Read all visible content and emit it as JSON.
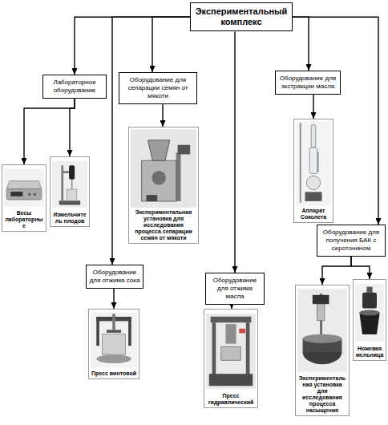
{
  "diagram": {
    "nodes": [
      {
        "text": [
          "Экспериментальный комплекс"
        ]
      },
      {
        "text": [
          "Лабораторное оборудование"
        ]
      },
      {
        "text": [
          "Весы лабораторные"
        ]
      },
      {
        "text": [
          "Измельчитель плодов"
        ]
      },
      {
        "text": [
          "Оборудование для сепарации семян от мякоти"
        ]
      },
      {
        "text": [
          "Экспериментальная установка для исследования процесса сепарации семян от мякоти"
        ]
      },
      {
        "text": [
          "Оборудование для экстракции масла"
        ]
      },
      {
        "text": [
          "Аппарат Соколета"
        ]
      },
      {
        "text": [
          "Оборудование для получения БАК с серотонином"
        ]
      },
      {
        "text": [
          "Экспериментальная установка для исследования процесса насыщения"
        ]
      },
      {
        "text": [
          "Ножевая мельница"
        ]
      },
      {
        "text": [
          "Оборудование для отжима сока"
        ]
      },
      {
        "text": [
          "Пресс винтовой"
        ]
      },
      {
        "text": [
          "Оборудование для отжима масла"
        ]
      },
      {
        "text": [
          "Пресс гидравлический"
        ]
      }
    ],
    "edges": [
      {
        "from": 0,
        "to": 1,
        "arrow": "to"
      },
      {
        "from": 0,
        "to": 11,
        "arrow": "to"
      },
      {
        "from": 0,
        "to": 4,
        "arrow": "to"
      },
      {
        "from": 0,
        "to": 13,
        "arrow": "to"
      },
      {
        "from": 0,
        "to": 6,
        "arrow": "to"
      },
      {
        "from": 0,
        "to": 8,
        "arrow": "to"
      },
      {
        "from": 1,
        "to": 2,
        "arrow": "to"
      },
      {
        "from": 1,
        "to": 3,
        "arrow": "to"
      },
      {
        "from": 4,
        "to": 5,
        "arrow": "to"
      },
      {
        "from": 11,
        "to": 12,
        "arrow": "to"
      },
      {
        "from": 13,
        "to": 14,
        "arrow": "to"
      },
      {
        "from": 6,
        "to": 7,
        "arrow": "to"
      },
      {
        "from": 8,
        "to": 9,
        "arrow": "to"
      },
      {
        "from": 8,
        "to": 10,
        "arrow": "to"
      }
    ]
  }
}
